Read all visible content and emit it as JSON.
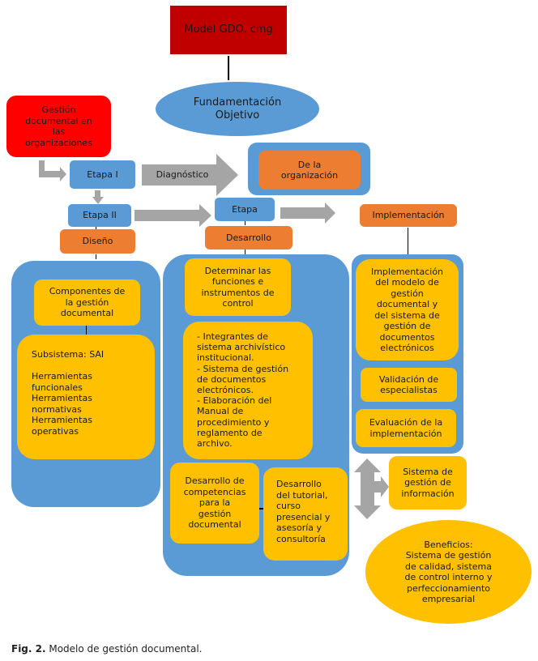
{
  "figure": {
    "title_box": "Model GDO. cmg",
    "fundamentacion": "Fundamentación\nObjetivo",
    "gestion_org": "Gestión\ndocumental en\nlas\norganizaciones",
    "etapa1": "Etapa I",
    "diagnostico_arrow": "Diagnóstico",
    "de_la_organizacion": "De la\norganización",
    "etapa2": "Etapa II",
    "diseno": "Diseño",
    "etapa": "Etapa",
    "desarrollo": "Desarrollo",
    "implementacion": "Implementación",
    "diseno_group": {
      "componentes": "Componentes de\nla gestión\ndocumental",
      "subsistema": "Subsistema: SAI\n\nHerramientas\nfuncionales\nHerramientas\nnormativas\nHerramientas\noperativas"
    },
    "desarrollo_group": {
      "determinar": "Determinar las\nfunciones e\ninstrumentos de\ncontrol",
      "integrantes": "- Integrantes de\nsistema archivístico\ninstitucional.\n- Sistema de gestión\nde documentos\nelectrónicos.\n- Elaboración del\nManual de\nprocedimiento y\nreglamento de\narchivo.",
      "competencias": "Desarrollo de\ncompetencias\npara la\ngestión\ndocumental",
      "tutorial": "Desarrollo\ndel tutorial,\ncurso\npresencial y\nasesoría y\nconsultoría"
    },
    "implementacion_group": {
      "implementacion_modelo": "Implementación\ndel modelo de\ngestión\ndocumental y\ndel sistema de\ngestión de\ndocumentos\nelectrónicos",
      "validacion": "Validación de\nespecialistas",
      "evaluacion": "Evaluación de la\nimplementación"
    },
    "sistema_info": "Sistema de\ngestión de\ninformación",
    "beneficios": "Beneficios:\nSistema de gestión\nde calidad, sistema\nde control interno y\nperfeccionamiento\nempresarial"
  },
  "caption": {
    "label": "Fig. 2.",
    "text": " Modelo de gestión documental."
  },
  "colors": {
    "dark_red": "#c00000",
    "red": "#ff0000",
    "blue": "#5b9bd5",
    "orange": "#ed7d31",
    "yellow": "#ffc000",
    "gray_arrow": "#a5a5a5"
  }
}
